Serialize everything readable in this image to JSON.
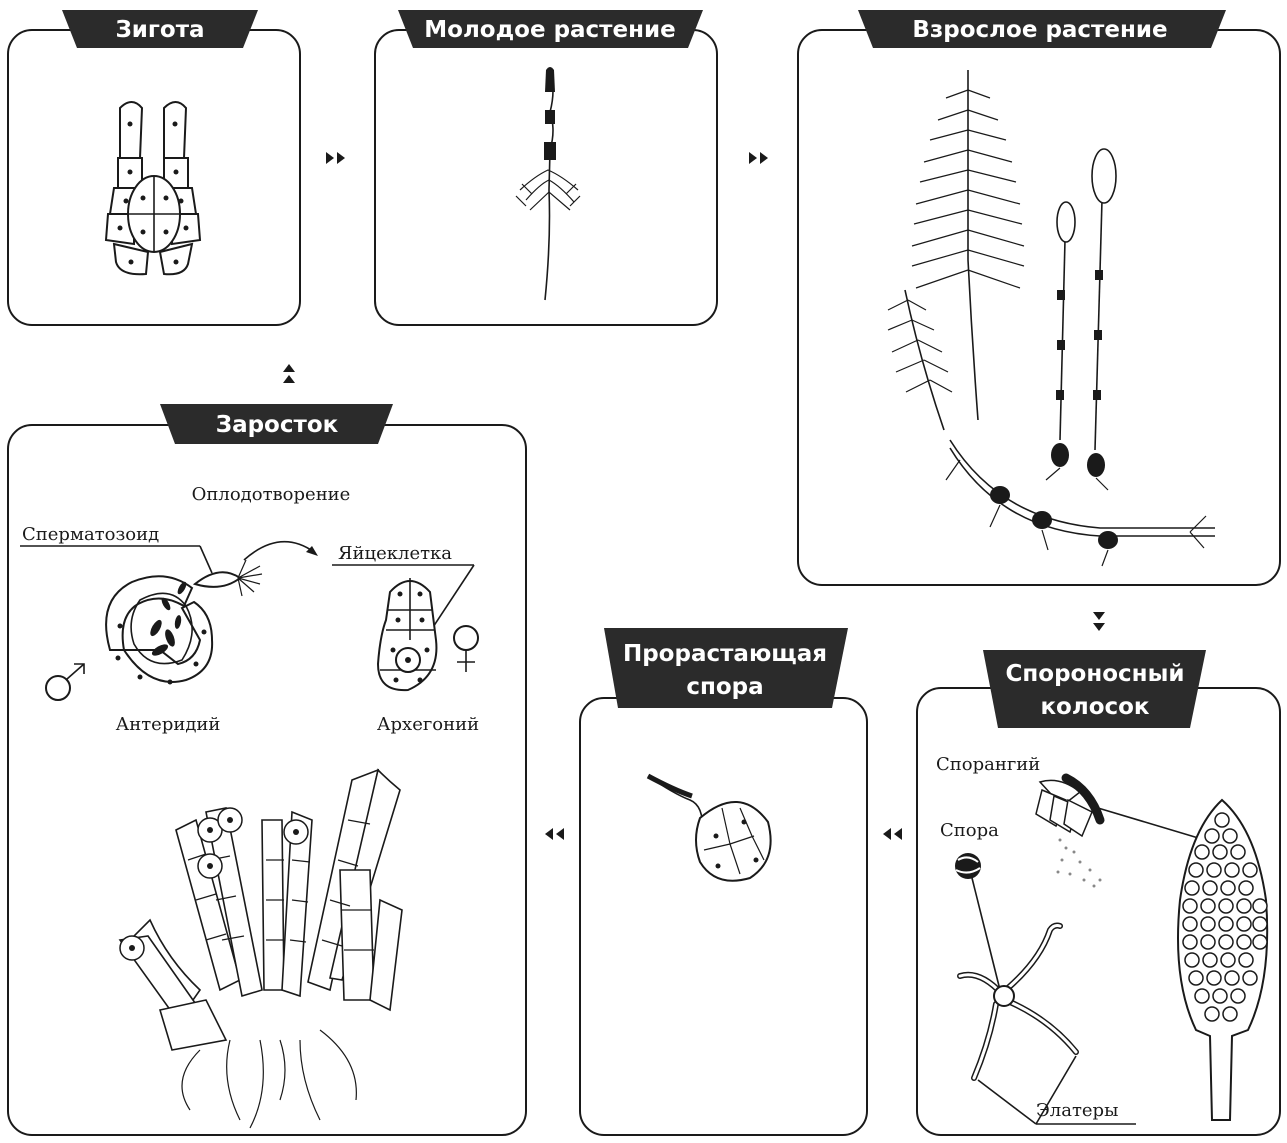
{
  "stages": {
    "zygote": "Зигота",
    "young_plant": "Молодое  растение",
    "adult_plant": "Взрослое  растение",
    "spore_spike_line1": "Спороносный",
    "spore_spike_line2": "колосок",
    "germinating_spore_line1": "Прорастающая",
    "germinating_spore_line2": "спора",
    "prothallus": "Заросток"
  },
  "labels": {
    "fertilization": "Оплодотворение",
    "sperm": "Сперматозоид",
    "egg": "Яйцеклетка",
    "antheridium": "Антеридий",
    "archegonium": "Архегоний",
    "sporangium": "Спорангий",
    "spore": "Спора",
    "elaters": "Элатеры",
    "male_symbol": "♂",
    "female_symbol": "♀"
  },
  "colors": {
    "header_fill": "#2b2b2b",
    "stroke": "#1a1a1a",
    "background": "#ffffff"
  },
  "icons": [
    "double-arrow-right",
    "double-arrow-up",
    "double-arrow-down",
    "double-arrow-left"
  ]
}
